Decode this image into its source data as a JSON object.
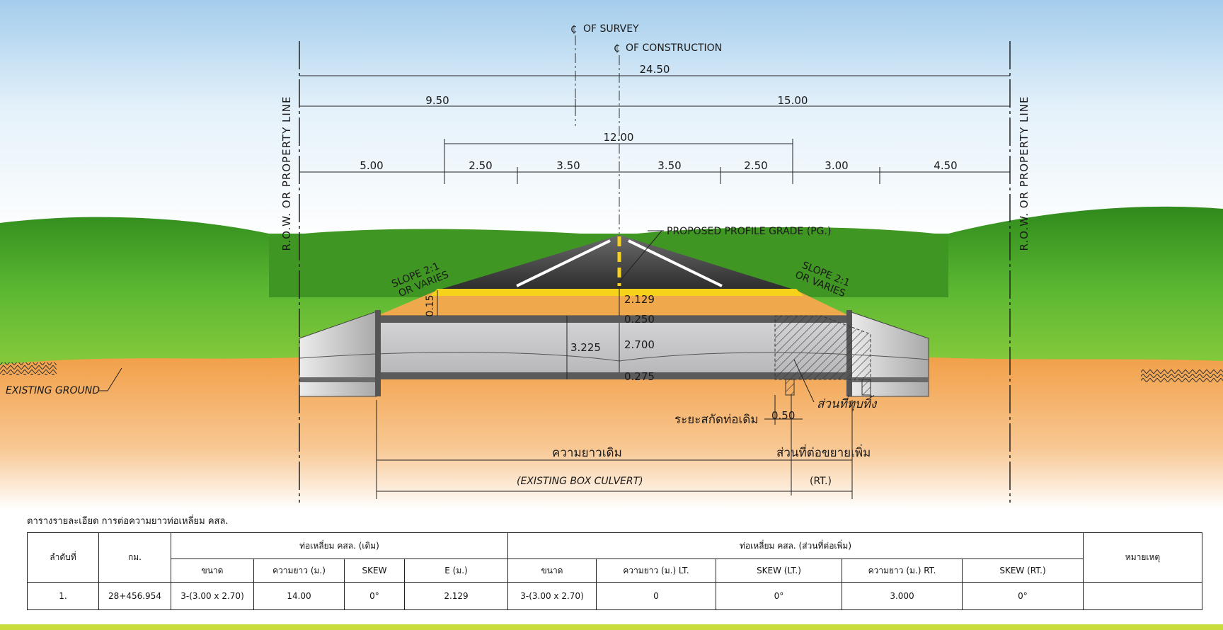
{
  "drawing": {
    "cl_survey": "OF SURVEY",
    "cl_construction": "OF CONSTRUCTION",
    "row_label_left": "R.O.W.  OR  PROPERTY  LINE",
    "row_label_right": "R.O.W.  OR  PROPERTY  LINE",
    "dim_total": "24.50",
    "dim_left": "9.50",
    "dim_right": "15.00",
    "dim_pavement": "12.00",
    "dim_segments": [
      "5.00",
      "2.50",
      "3.50",
      "3.50",
      "2.50",
      "3.00",
      "4.50"
    ],
    "proposed_grade": "PROPOSED PROFILE GRADE (PG.)",
    "slope_left_1": "SLOPE 2:1",
    "slope_left_2": "OR VARIES",
    "slope_right_1": "SLOPE 2:1",
    "slope_right_2": "OR VARIES",
    "fill_height": "2.129",
    "top_slab": "0.250",
    "inner_height": "2.700",
    "outer_height": "3.225",
    "bottom_slab": "0.275",
    "side_dim": "0.15",
    "existing_ground": "EXISTING GROUND",
    "demolish_part": "ส่วนที่ทุบทิ้ง",
    "cut_distance": "ระยะสกัดท่อเดิม",
    "cut_value": "0.50",
    "original_length": "ความยาวเดิม",
    "extension": "ส่วนที่ต่อขยายเพิ่ม",
    "existing_box": "(EXISTING BOX CULVERT)",
    "rt": "(RT.)"
  },
  "table": {
    "title": "ตารางรายละเอียด การต่อความยาวท่อเหลี่ยม คสล.",
    "h_no": "ลำดับที่",
    "h_km": "กม.",
    "h_existing": "ท่อเหลี่ยม คสล. (เดิม)",
    "h_added": "ท่อเหลี่ยม คสล. (ส่วนที่ต่อเพิ่ม)",
    "h_remark": "หมายเหตุ",
    "sub_existing": [
      "ขนาด",
      "ความยาว (ม.)",
      "SKEW",
      "E (ม.)"
    ],
    "sub_added": [
      "ขนาด",
      "ความยาว (ม.) LT.",
      "SKEW (LT.)",
      "ความยาว (ม.) RT.",
      "SKEW (RT.)"
    ],
    "rows": [
      {
        "no": "1.",
        "km": "28+456.954",
        "size_existing": "3-(3.00 x 2.70)",
        "length_existing": "14.00",
        "skew_existing": "0°",
        "e": "2.129",
        "size_added": "3-(3.00 x 2.70)",
        "length_lt": "0",
        "skew_lt": "0°",
        "length_rt": "3.000",
        "skew_rt": "0°"
      }
    ]
  },
  "colors": {
    "sky_top": "#9ec9ea",
    "grass": "#4da82a",
    "ground": "#f2a048",
    "road": "#3a3a3a",
    "culvert": "#c4c4c6",
    "accent_bar": "#c8dc3c"
  }
}
